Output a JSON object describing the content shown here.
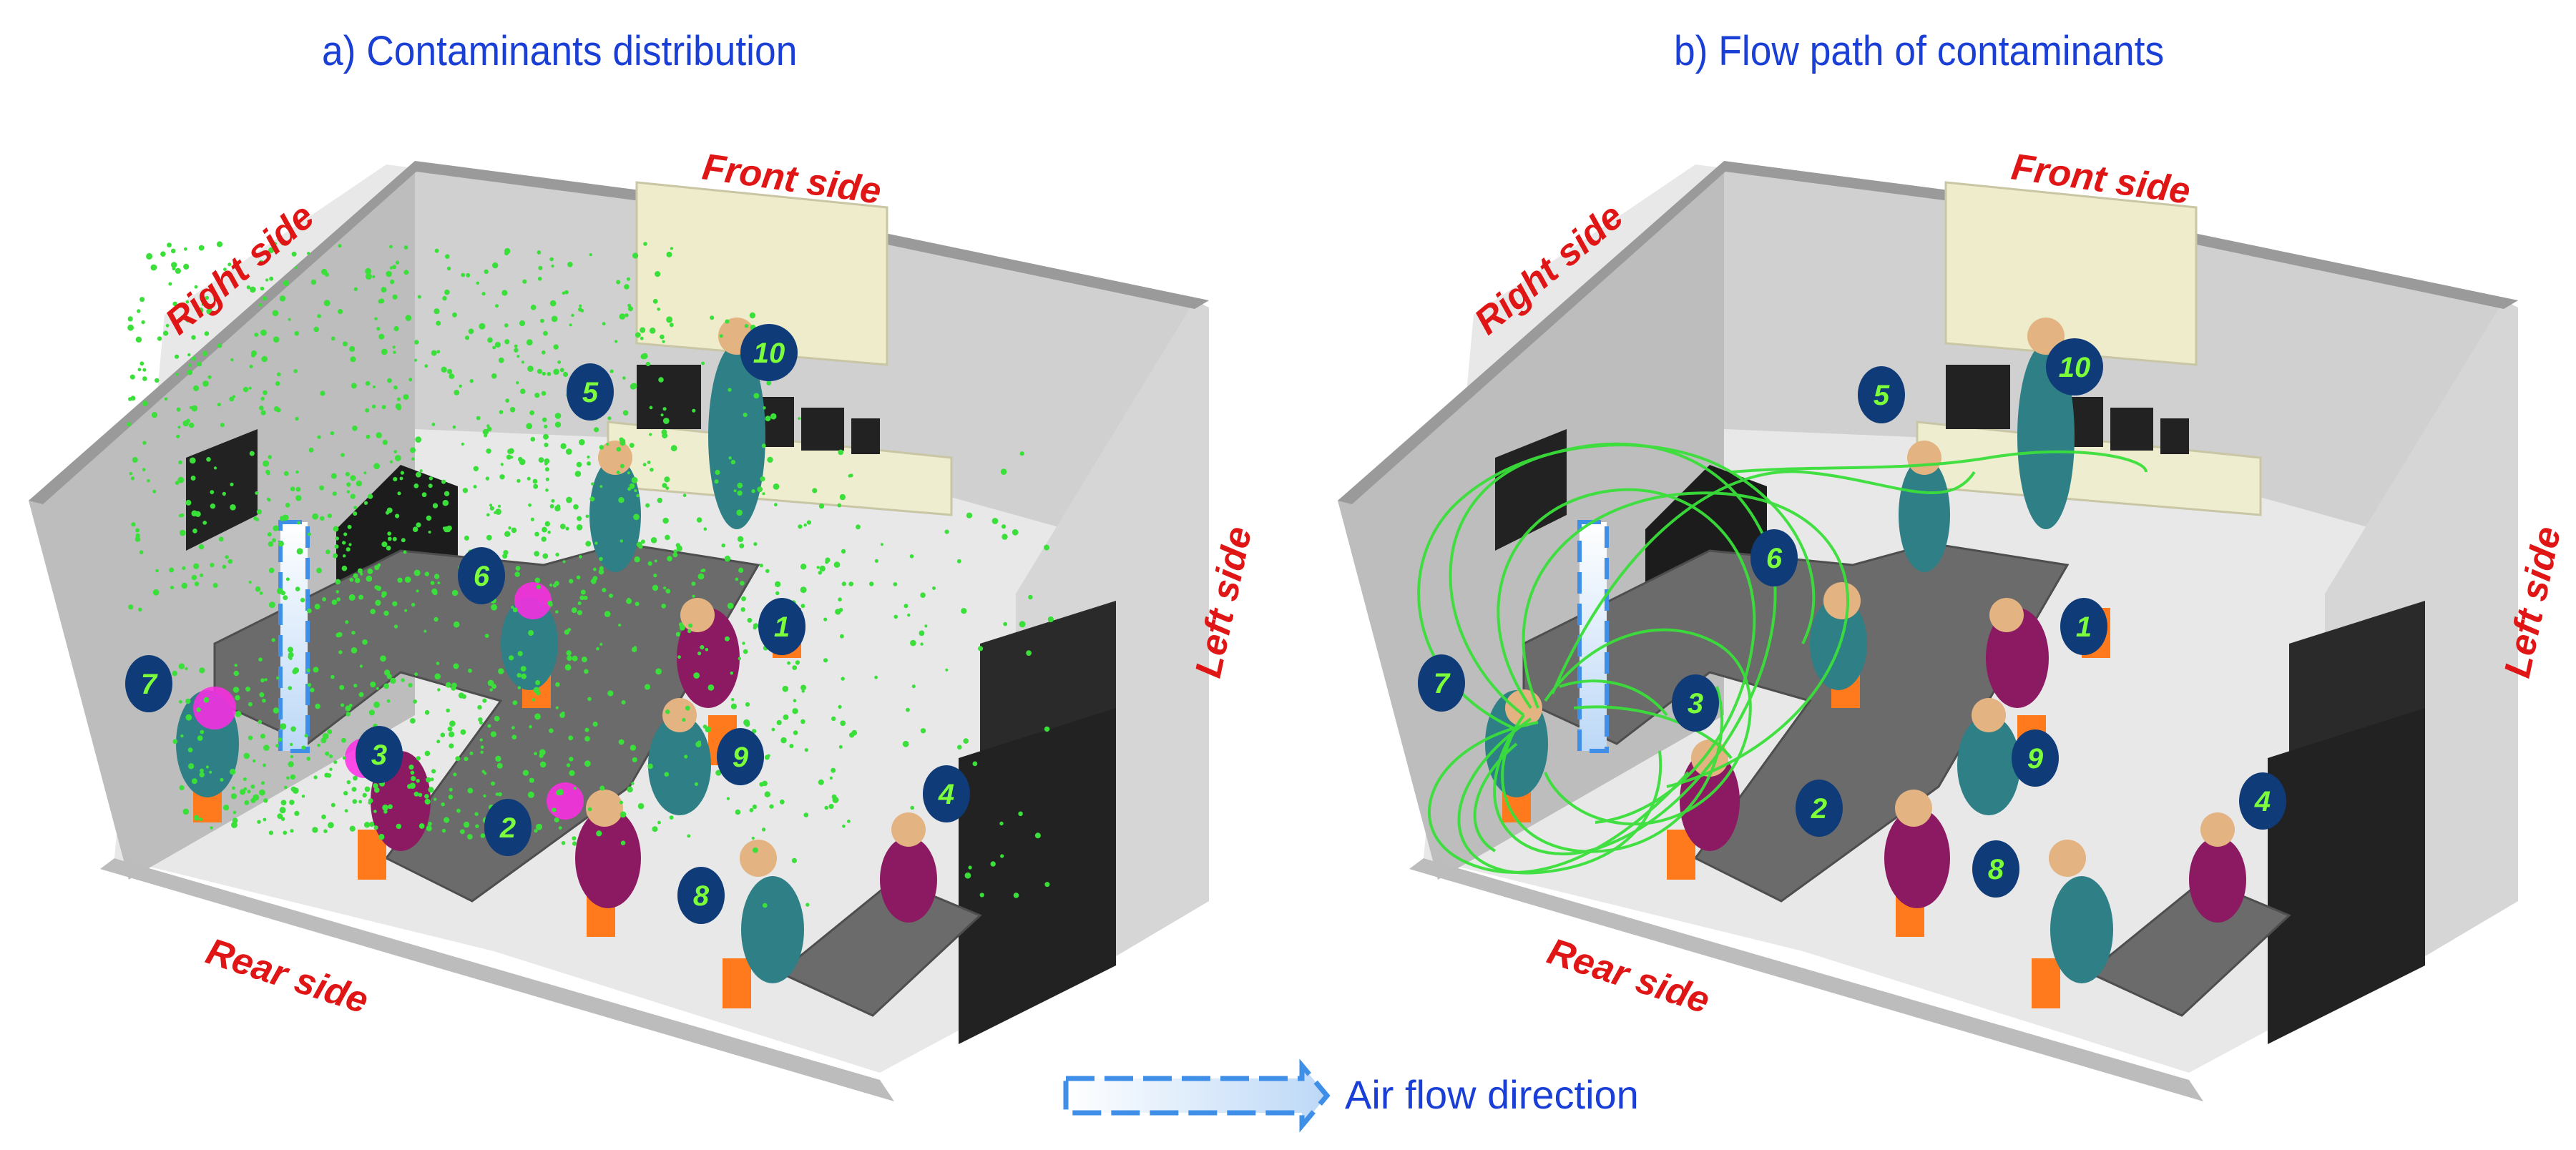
{
  "panels": [
    {
      "title": "a) Contaminants distribution",
      "sides": {
        "front": "Front side",
        "right": "Right side",
        "left": "Left side",
        "rear": "Rear side"
      },
      "occupants": [
        "1",
        "2",
        "3",
        "4",
        "5",
        "6",
        "7",
        "8",
        "9",
        "10"
      ]
    },
    {
      "title": "b) Flow path of contaminants",
      "sides": {
        "front": "Front side",
        "right": "Right side",
        "left": "Left side",
        "rear": "Rear side"
      },
      "occupants": [
        "1",
        "2",
        "3",
        "4",
        "5",
        "6",
        "7",
        "8",
        "9",
        "10"
      ]
    }
  ],
  "legend": {
    "label": "Air flow direction"
  },
  "colors": {
    "title": "#1a3fd6",
    "side_label": "#e01515",
    "badge_fill": "#0f3b78",
    "badge_text": "#7cff3a",
    "contaminant": "#3adf3a",
    "source_marker": "#ff2be6",
    "airflow_arrow": "#3f8fe8"
  }
}
